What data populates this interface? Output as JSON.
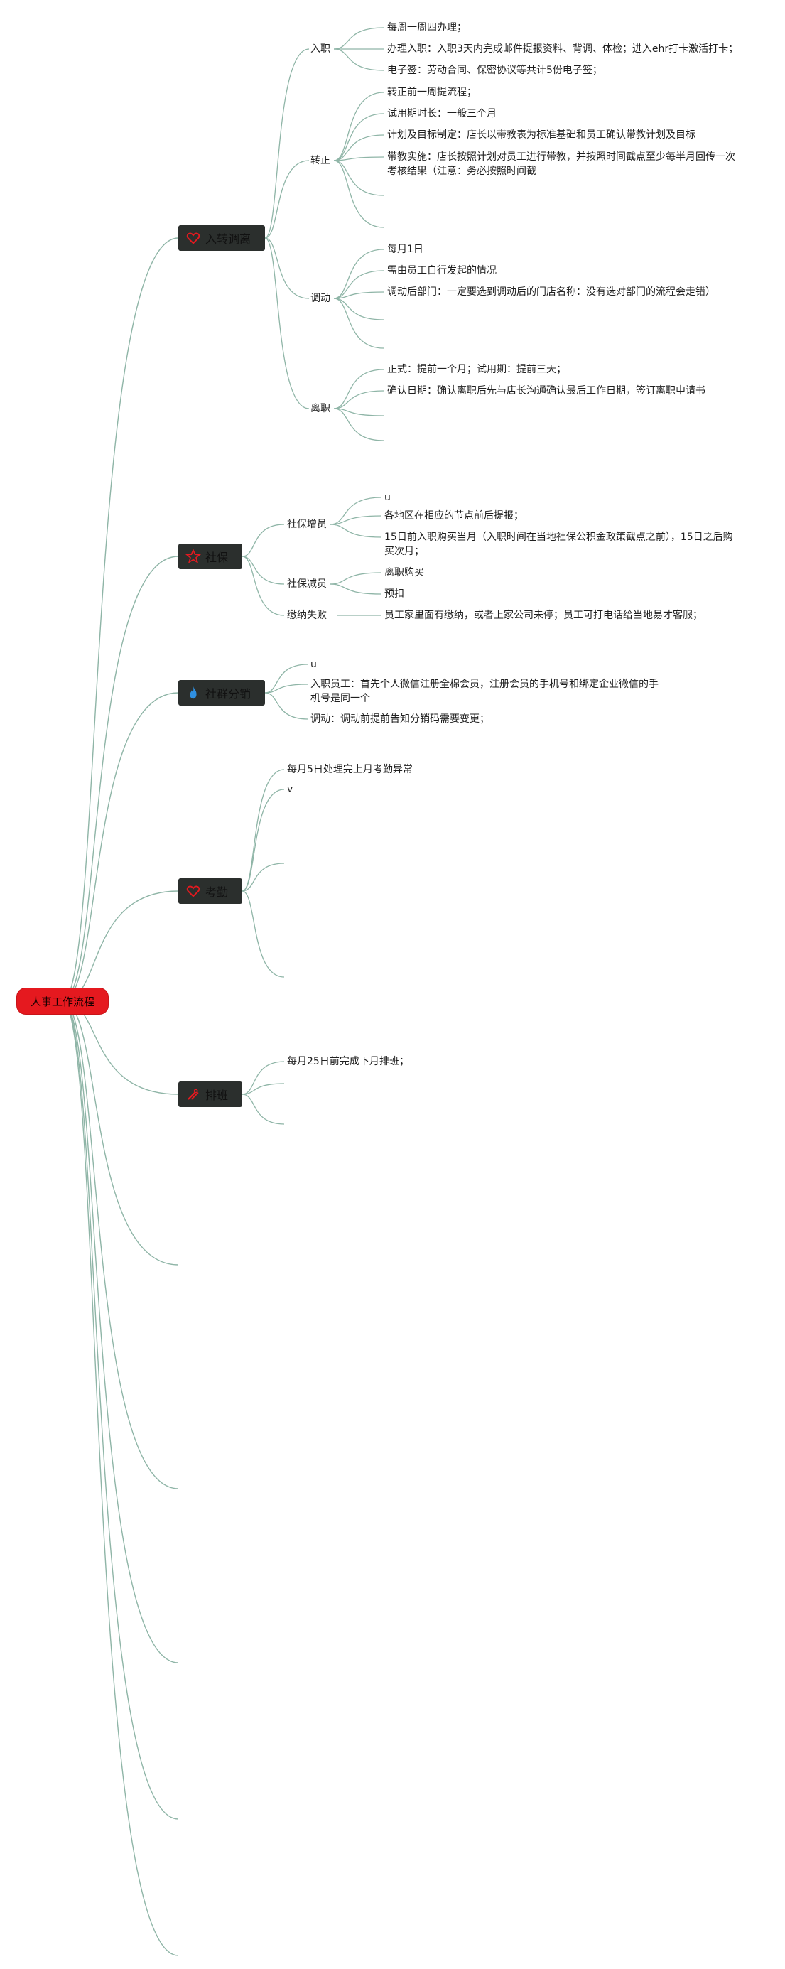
{
  "root": {
    "label": "人事工作流程"
  },
  "categories": [
    {
      "label": "入转调离",
      "icon": "heart-icon"
    },
    {
      "label": "社保",
      "icon": "star-icon"
    },
    {
      "label": "社群分销",
      "icon": "flame-icon"
    },
    {
      "label": "考勤",
      "icon": "heart-icon"
    },
    {
      "label": "排班",
      "icon": "tools-icon"
    }
  ],
  "branches": {
    "ruzhuan": [
      {
        "label": "入职",
        "items": [
          "每周一周四办理；",
          "办理入职：入职3天内完成邮件提报资料、背调、体检；进入ehr打卡激活打卡；",
          "电子签：劳动合同、保密协议等共计5份电子签；"
        ]
      },
      {
        "label": "转正",
        "items": [
          "转正前一周提流程；",
          "试用期时长：一般三个月",
          "计划及目标制定：店长以带教表为标准基础和员工确认带教计划及目标",
          "带教实施：店长按照计划对员工进行带教，并按照时间截点至少每半月回传一次考核结果（注意：务必按照时间截"
        ]
      },
      {
        "label": "调动",
        "items": [
          "每月1日",
          "需由员工自行发起的情况",
          "调动后部门：一定要选到调动后的门店名称：没有选对部门的流程会走错）"
        ]
      },
      {
        "label": "离职",
        "items": [
          "正式：提前一个月；试用期：提前三天；",
          "确认日期：确认离职后先与店长沟通确认最后工作日期，签订离职申请书"
        ]
      }
    ],
    "shebao": [
      {
        "label": "社保增员",
        "items": [
          "u",
          "各地区在相应的节点前后提报；",
          "15日前入职购买当月（入职时间在当地社保公积金政策截点之前），15日之后购买次月；"
        ]
      },
      {
        "label": "社保减员",
        "items": [
          "离职购买",
          "预扣"
        ]
      },
      {
        "label": "缴纳失败",
        "items": [
          "员工家里面有缴纳，或者上家公司未停；员工可打电话给当地易才客服；"
        ]
      }
    ],
    "shequn": [
      "u",
      "入职员工：首先个人微信注册全棉会员，注册会员的手机号和绑定企业微信的手机号是同一个",
      "调动：调动前提前告知分销码需要变更；"
    ],
    "kaoqin": [
      "每月5日处理完上月考勤异常",
      "v"
    ],
    "paiban": [
      "每月25日前完成下月排班；"
    ]
  }
}
